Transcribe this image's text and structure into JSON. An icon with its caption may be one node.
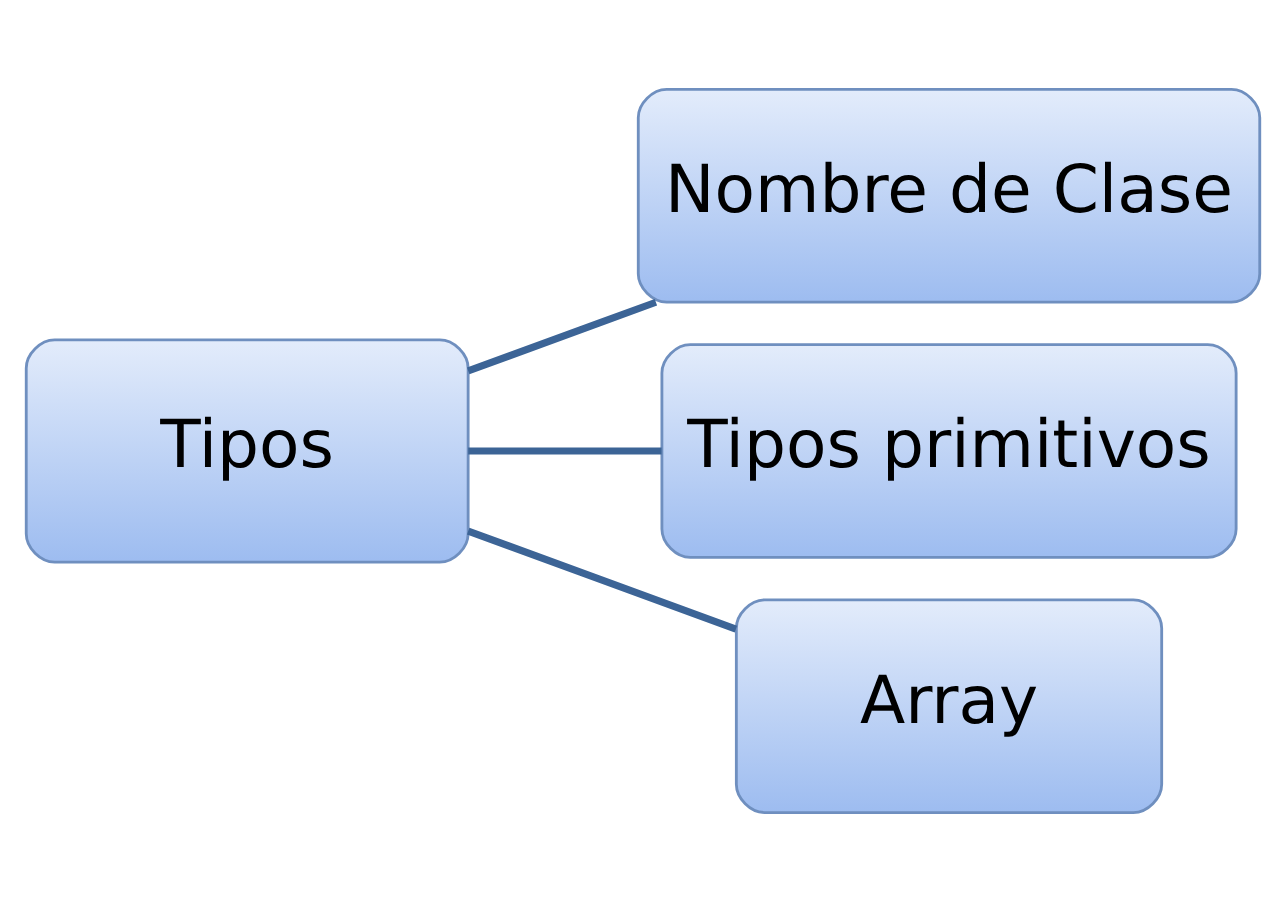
{
  "diagram": {
    "nodes": [
      {
        "text": [
          "Tipos"
        ]
      },
      {
        "text": [
          "Nombre de Clase"
        ]
      },
      {
        "text": [
          "Tipos primitivos"
        ]
      },
      {
        "text": [
          "Array"
        ]
      }
    ],
    "edges": [
      {
        "from": 0,
        "to": 1,
        "arrow": "none"
      },
      {
        "from": 0,
        "to": 2,
        "arrow": "none"
      },
      {
        "from": 0,
        "to": 3,
        "arrow": "none"
      }
    ]
  }
}
